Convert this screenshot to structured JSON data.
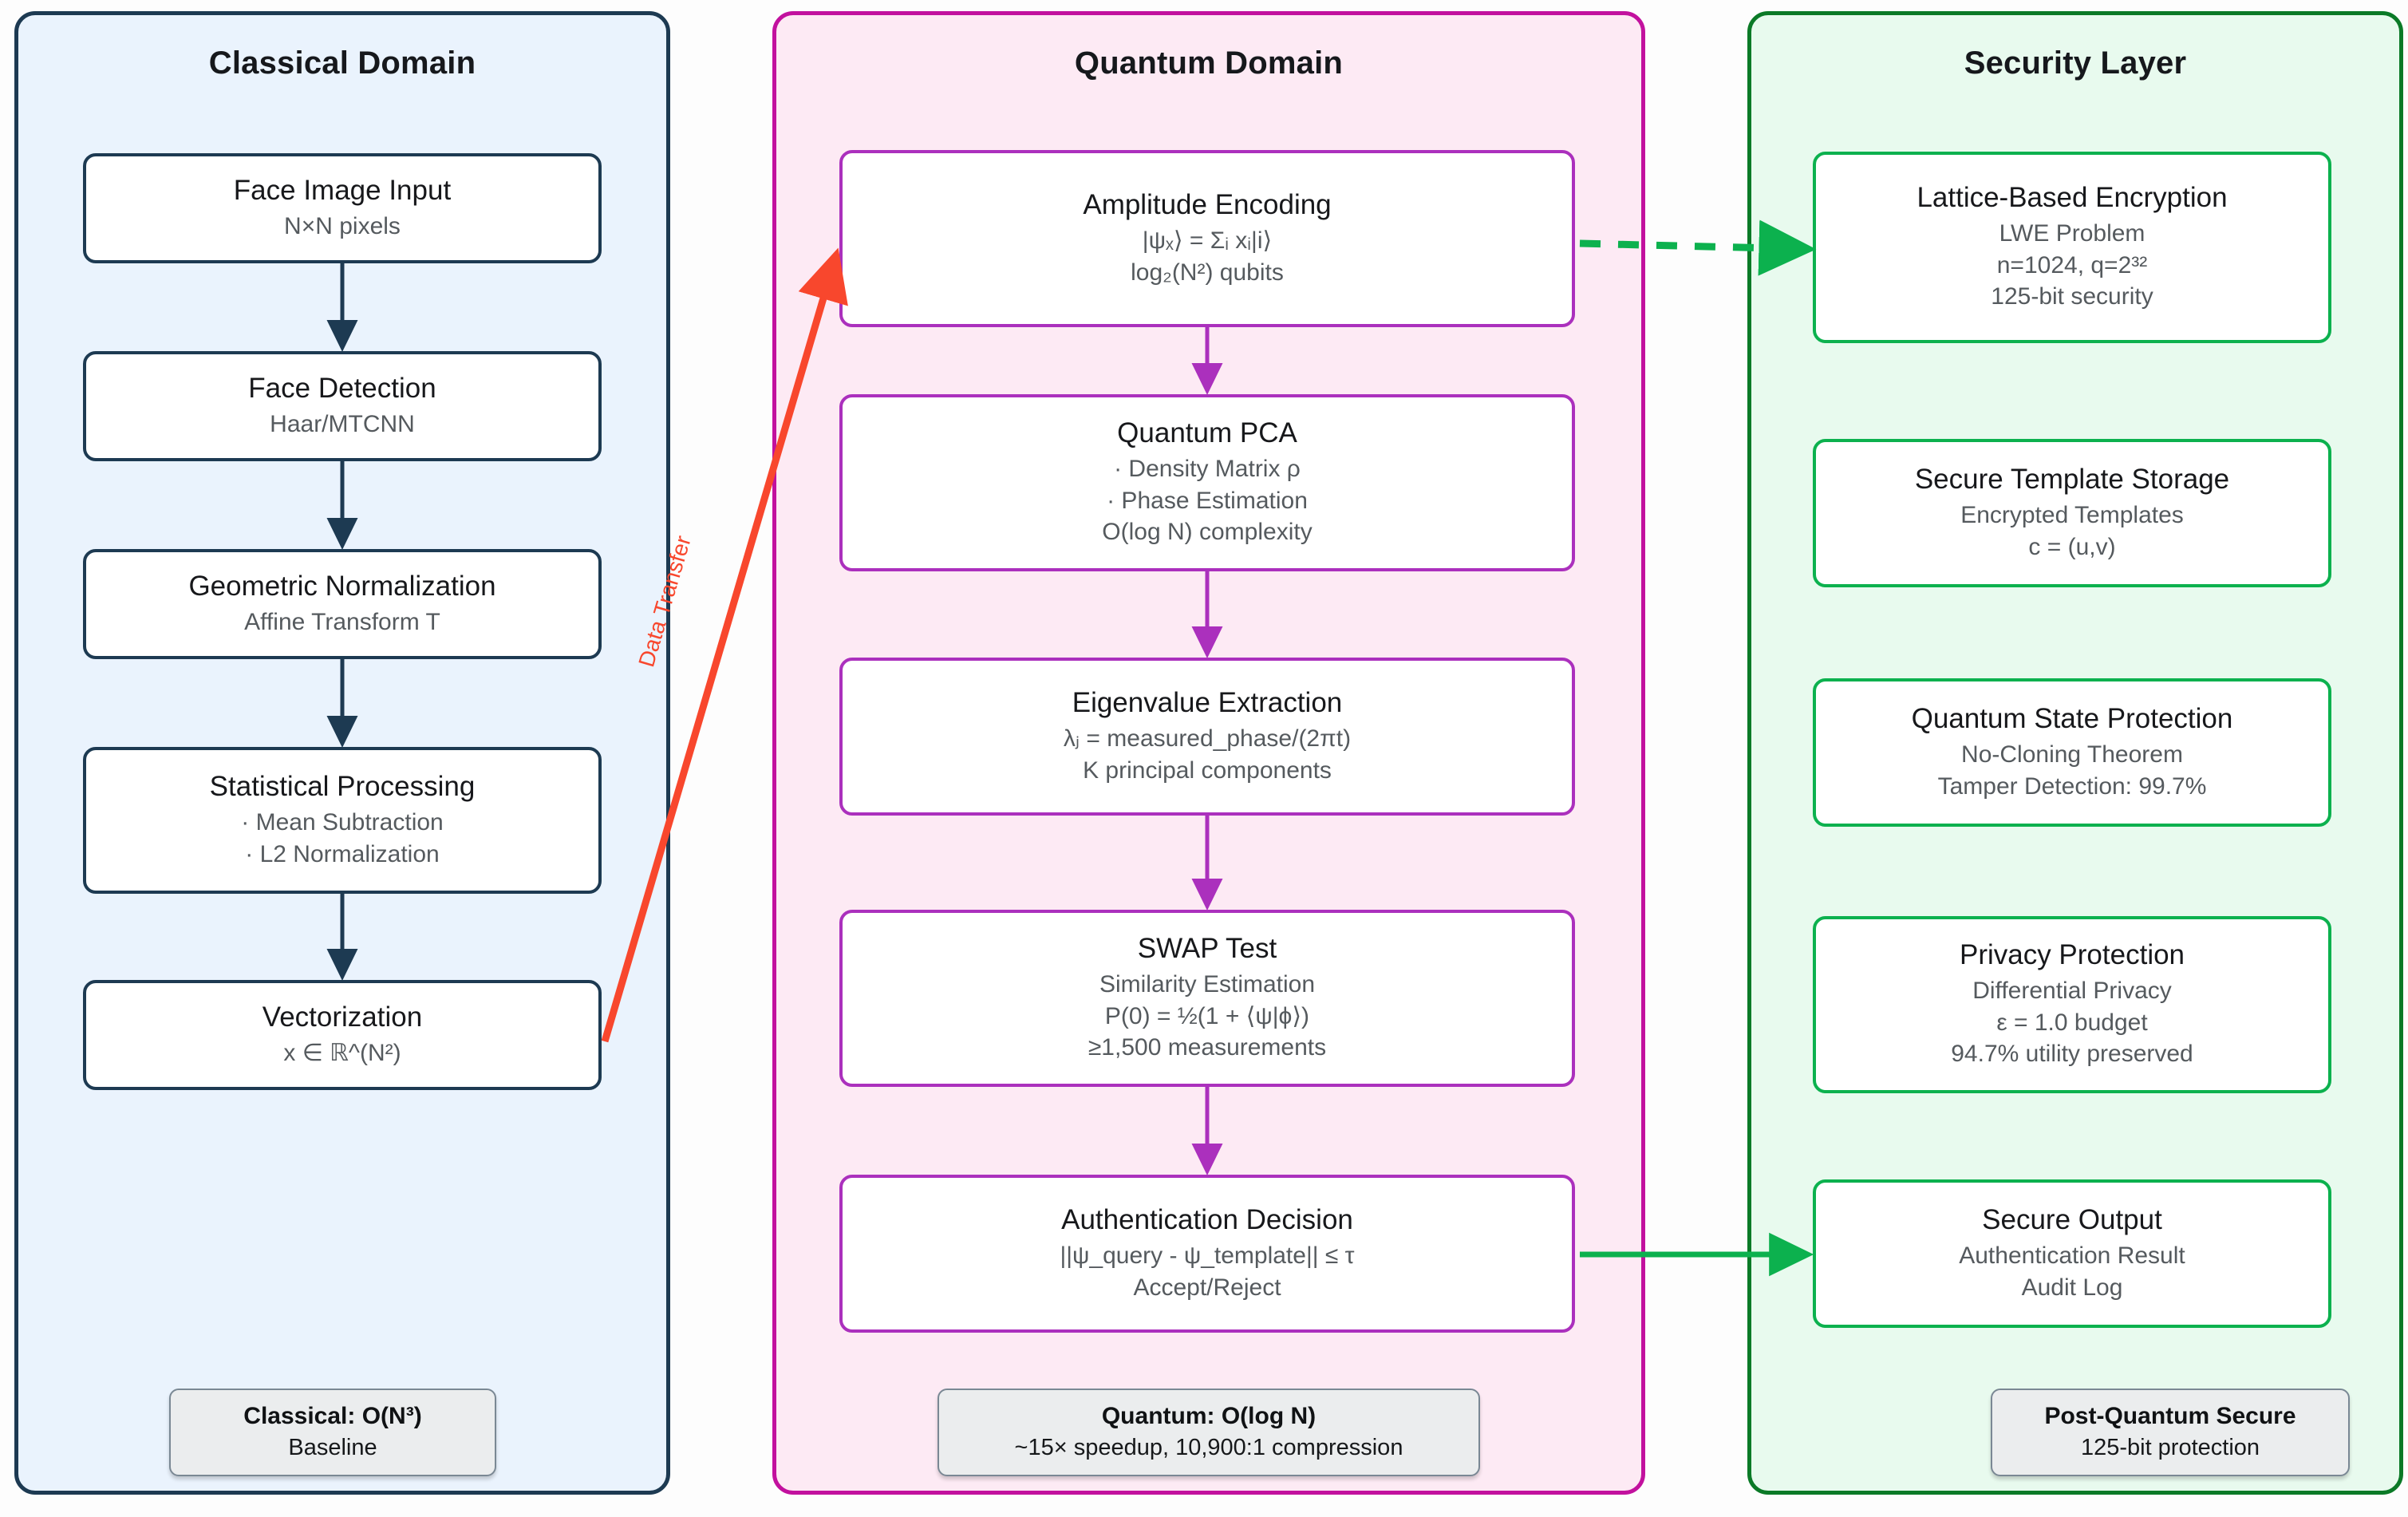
{
  "panels": {
    "classical": {
      "title": "Classical Domain",
      "accent": "#1d3a52",
      "bg": "#eaf3fd",
      "nodes": [
        {
          "title": "Face Image Input",
          "lines": [
            "N×N pixels"
          ]
        },
        {
          "title": "Face Detection",
          "lines": [
            "Haar/MTCNN"
          ]
        },
        {
          "title": "Geometric Normalization",
          "lines": [
            "Affine Transform T"
          ]
        },
        {
          "title": "Statistical Processing",
          "lines": [
            "· Mean Subtraction",
            "· L2 Normalization"
          ]
        },
        {
          "title": "Vectorization",
          "lines": [
            "x ∈ ℝ^(N²)"
          ]
        }
      ],
      "legend": {
        "title": "Classical: O(N³)",
        "sub": "Baseline"
      }
    },
    "quantum": {
      "title": "Quantum Domain",
      "accent": "#c2119e",
      "bg": "#fdeaf4",
      "nodes": [
        {
          "title": "Amplitude Encoding",
          "lines": [
            "|ψₓ⟩ = Σᵢ xᵢ|i⟩",
            "log₂(N²) qubits"
          ]
        },
        {
          "title": "Quantum PCA",
          "lines": [
            "· Density Matrix ρ",
            "· Phase Estimation",
            "O(log N) complexity"
          ]
        },
        {
          "title": "Eigenvalue Extraction",
          "lines": [
            "λⱼ = measured_phase/(2πt)",
            "K principal components"
          ]
        },
        {
          "title": "SWAP Test",
          "lines": [
            "Similarity Estimation",
            "P(0) = ½(1 + ⟨ψ|ϕ⟩)",
            "≥1,500 measurements"
          ]
        },
        {
          "title": "Authentication Decision",
          "lines": [
            "||ψ_query - ψ_template|| ≤ τ",
            "Accept/Reject"
          ]
        }
      ],
      "legend": {
        "title": "Quantum: O(log N)",
        "sub": "~15× speedup, 10,900:1 compression"
      }
    },
    "security": {
      "title": "Security Layer",
      "accent": "#0b7a27",
      "bg": "#e8faee",
      "nodes": [
        {
          "title": "Lattice-Based Encryption",
          "lines": [
            "LWE Problem",
            "n=1024, q=2³²",
            "125-bit security"
          ]
        },
        {
          "title": "Secure Template Storage",
          "lines": [
            "Encrypted Templates",
            "c = (u,v)"
          ]
        },
        {
          "title": "Quantum State Protection",
          "lines": [
            "No-Cloning Theorem",
            "Tamper Detection: 99.7%"
          ]
        },
        {
          "title": "Privacy Protection",
          "lines": [
            "Differential Privacy",
            "ε = 1.0 budget",
            "94.7% utility preserved"
          ]
        },
        {
          "title": "Secure Output",
          "lines": [
            "Authentication Result",
            "Audit Log"
          ]
        }
      ],
      "legend": {
        "title": "Post-Quantum Secure",
        "sub": "125-bit protection"
      }
    }
  },
  "connections": {
    "data_transfer_label": "Data Transfer",
    "data_transfer_color": "#f8472d",
    "encryption_link_color": "#0cb14e",
    "output_link_color": "#0cb14e"
  }
}
